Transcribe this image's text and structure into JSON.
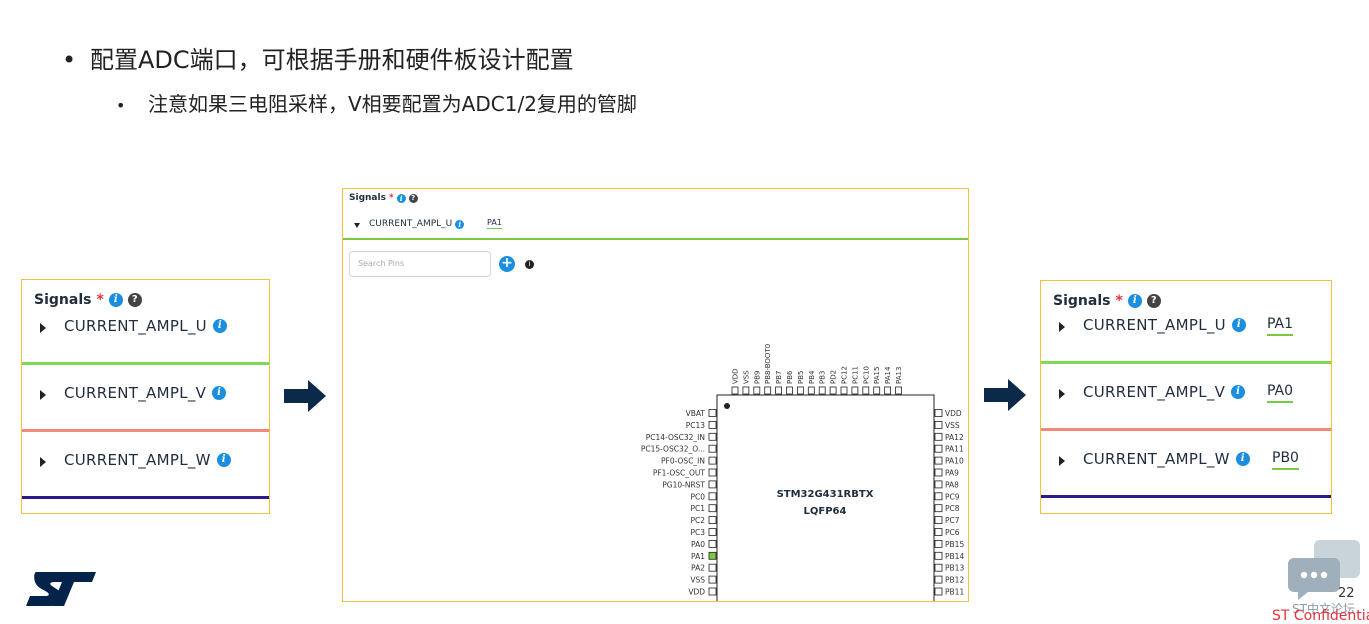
{
  "bullets": {
    "main": "配置ADC端口，可根据手册和硬件板设计配置",
    "sub": "注意如果三电阻采样，V相要配置为ADC1/2复用的管脚",
    "dot_main": "•",
    "dot_sub": "•"
  },
  "left_panel": {
    "title": "Signals",
    "required_mark": "*",
    "signals": [
      {
        "name": "CURRENT_AMPL_U",
        "color": "#7ed957"
      },
      {
        "name": "CURRENT_AMPL_V",
        "color": "#f08a7a"
      },
      {
        "name": "CURRENT_AMPL_W",
        "color": "#2a1a8c"
      }
    ]
  },
  "center_panel": {
    "title": "Signals",
    "required_mark": "*",
    "signal": {
      "name": "CURRENT_AMPL_U",
      "pin": "PA1"
    },
    "search_placeholder": "Search Pins",
    "add_label": "+",
    "chip": {
      "name": "STM32G431RBTX",
      "package": "LQFP64",
      "top_pins": [
        "VDD",
        "VSS",
        "PB9",
        "PB8-BOOT0",
        "PB7",
        "PB6",
        "PB5",
        "PB4",
        "PB3",
        "PD2",
        "PC12",
        "PC11",
        "PC10",
        "PA15",
        "PA14",
        "PA13"
      ],
      "left_pins": [
        "VBAT",
        "PC13",
        "PC14-OSC32_IN",
        "PC15-OSC32_O...",
        "PF0-OSC_IN",
        "PF1-OSC_OUT",
        "PG10-NRST",
        "PC0",
        "PC1",
        "PC2",
        "PC3",
        "PA0",
        "PA1",
        "PA2",
        "VSS",
        "VDD"
      ],
      "right_pins": [
        "VDD",
        "VSS",
        "PA12",
        "PA11",
        "PA10",
        "PA9",
        "PA8",
        "PC9",
        "PC8",
        "PC7",
        "PC6",
        "PB15",
        "PB14",
        "PB13",
        "PB12",
        "PB11"
      ],
      "highlighted_pin": "PA1",
      "highlight_color": "#7ac943"
    }
  },
  "right_panel": {
    "title": "Signals",
    "required_mark": "*",
    "signals": [
      {
        "name": "CURRENT_AMPL_U",
        "pin": "PA1",
        "color": "#7ed957"
      },
      {
        "name": "CURRENT_AMPL_V",
        "pin": "PA0",
        "color": "#f08a7a"
      },
      {
        "name": "CURRENT_AMPL_W",
        "pin": "PB0",
        "color": "#2a1a8c"
      }
    ]
  },
  "footer": {
    "page_number": "22",
    "confidential": "ST Confidential",
    "forum_watermark": "ST中文论坛"
  },
  "colors": {
    "accent_blue": "#1a8fe0",
    "arrow": "#0b2a4a",
    "panel_border": "#f2c33a",
    "brand": "#03234b"
  }
}
